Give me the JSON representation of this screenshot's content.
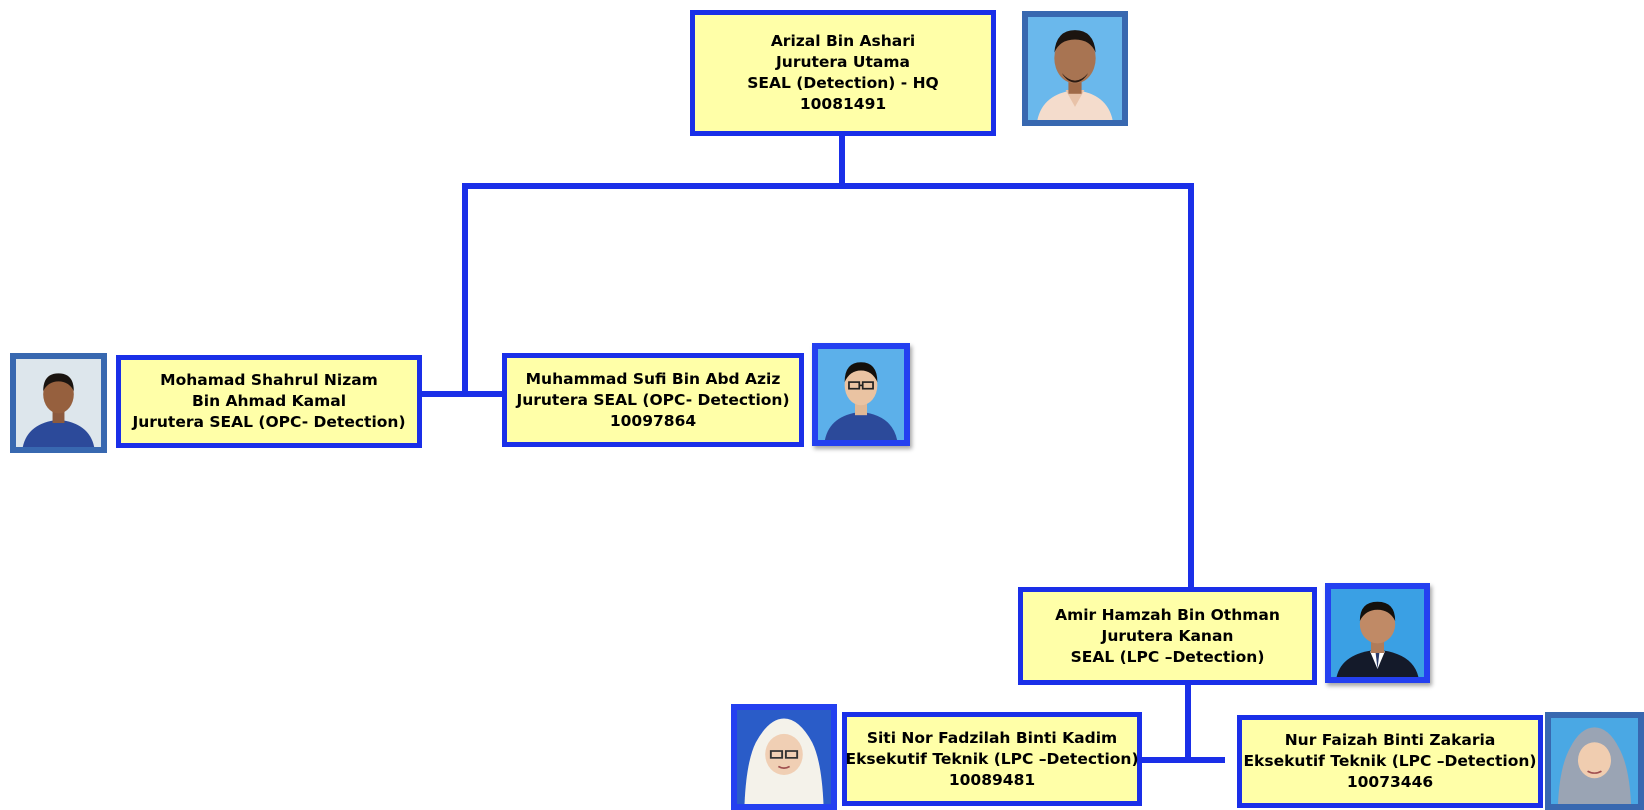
{
  "colors": {
    "box_fill": "#ffffa8",
    "box_border": "#1a2fe8",
    "connector": "#1a2fe8",
    "photo_background": "#64b4e8",
    "uniform_blue": "#2c4a9a"
  },
  "org_chart": {
    "head": {
      "name": "Arizal Bin Ashari",
      "title": "Jurutera Utama",
      "unit": "SEAL (Detection) - HQ",
      "staff_id": "10081491"
    },
    "opc_staff_1": {
      "name_line1": "Mohamad Shahrul Nizam",
      "name_line2": "Bin Ahmad Kamal",
      "title": "Jurutera SEAL (OPC- Detection)"
    },
    "opc_staff_2": {
      "name": "Muhammad Sufi Bin Abd Aziz",
      "title": "Jurutera SEAL (OPC- Detection)",
      "staff_id": "10097864"
    },
    "lpc_lead": {
      "name": "Amir Hamzah Bin Othman",
      "title": "Jurutera Kanan",
      "unit": "SEAL (LPC –Detection)"
    },
    "lpc_staff_1": {
      "name": "Siti Nor Fadzilah Binti Kadim",
      "title": "Eksekutif Teknik (LPC –Detection)",
      "staff_id": "10089481"
    },
    "lpc_staff_2": {
      "name": "Nur Faizah Binti Zakaria",
      "title": "Eksekutif Teknik (LPC –Detection)",
      "staff_id": "10073446"
    }
  },
  "photos": [
    {
      "name": "portrait-photo",
      "attire": "light shirt"
    },
    {
      "name": "portrait-photo",
      "attire": "blue uniform"
    },
    {
      "name": "portrait-photo",
      "attire": "blue uniform, glasses"
    },
    {
      "name": "portrait-photo",
      "attire": "dark suit"
    },
    {
      "name": "portrait-photo",
      "attire": "white hijab"
    },
    {
      "name": "portrait-photo",
      "attire": "grey hijab"
    }
  ]
}
